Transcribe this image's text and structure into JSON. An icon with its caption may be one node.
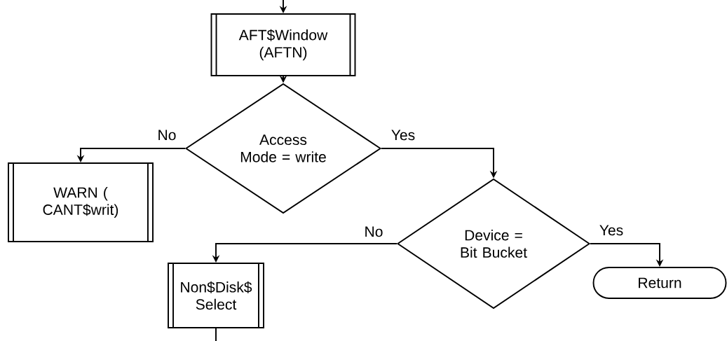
{
  "diagram": {
    "nodes": [
      {
        "text": [
          "AFT$Window (AFTN)"
        ]
      },
      {
        "text": [
          "Access Mode = write"
        ]
      },
      {
        "text": [
          "WARN ( CANT$writ)"
        ]
      },
      {
        "text": [
          "Device = Bit Bucket"
        ]
      },
      {
        "text": [
          "Non$Disk$ Select"
        ]
      },
      {
        "text": [
          "Return"
        ]
      }
    ],
    "edges": [
      {
        "from": null,
        "to": 0,
        "arrow": "to"
      },
      {
        "from": 0,
        "to": 1,
        "arrow": "to"
      },
      {
        "from": 1,
        "to": 2,
        "arrow": "to",
        "label": "No"
      },
      {
        "from": 1,
        "to": 3,
        "arrow": "to",
        "label": "Yes"
      },
      {
        "from": 3,
        "to": 4,
        "arrow": "to",
        "label": "No"
      },
      {
        "from": 3,
        "to": 5,
        "arrow": "to",
        "label": "Yes"
      },
      {
        "from": 4,
        "to": null,
        "arrow": "none"
      }
    ]
  }
}
